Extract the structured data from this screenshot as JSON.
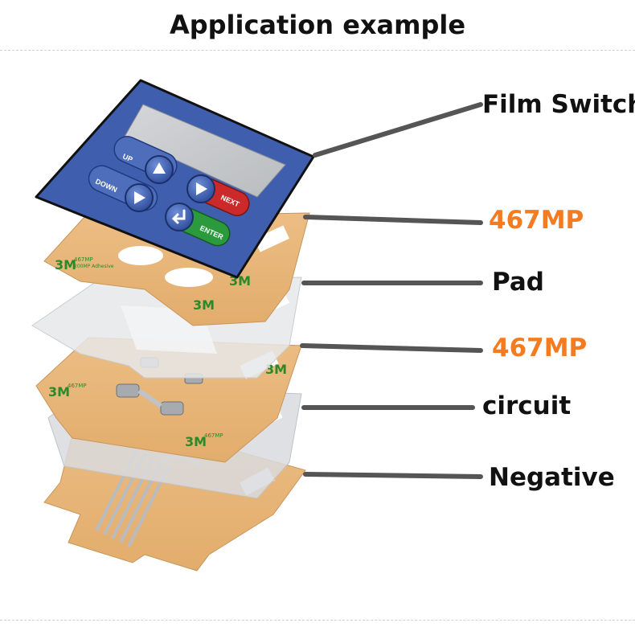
{
  "title": "Application example",
  "layers": [
    {
      "label": "Film Switch",
      "color": "#111111"
    },
    {
      "label": "467MP",
      "color": "#f47b20"
    },
    {
      "label": "Pad",
      "color": "#111111"
    },
    {
      "label": "467MP",
      "color": "#f47b20"
    },
    {
      "label": "circuit",
      "color": "#111111"
    },
    {
      "label": "Negative",
      "color": "#111111"
    }
  ],
  "keypad": {
    "up": "UP",
    "down": "DOWN",
    "next": "NEXT",
    "enter": "ENTER"
  },
  "adhesive_marking": {
    "brand": "3M",
    "code": "467MP",
    "sub": "200MP Adhesive"
  },
  "colors": {
    "keypad_blue": "#3f5fae",
    "adhesive_tan": "#e8b77a",
    "next_red": "#cc2a2a",
    "enter_green": "#2a9a3d",
    "leader_gray": "#555555"
  }
}
